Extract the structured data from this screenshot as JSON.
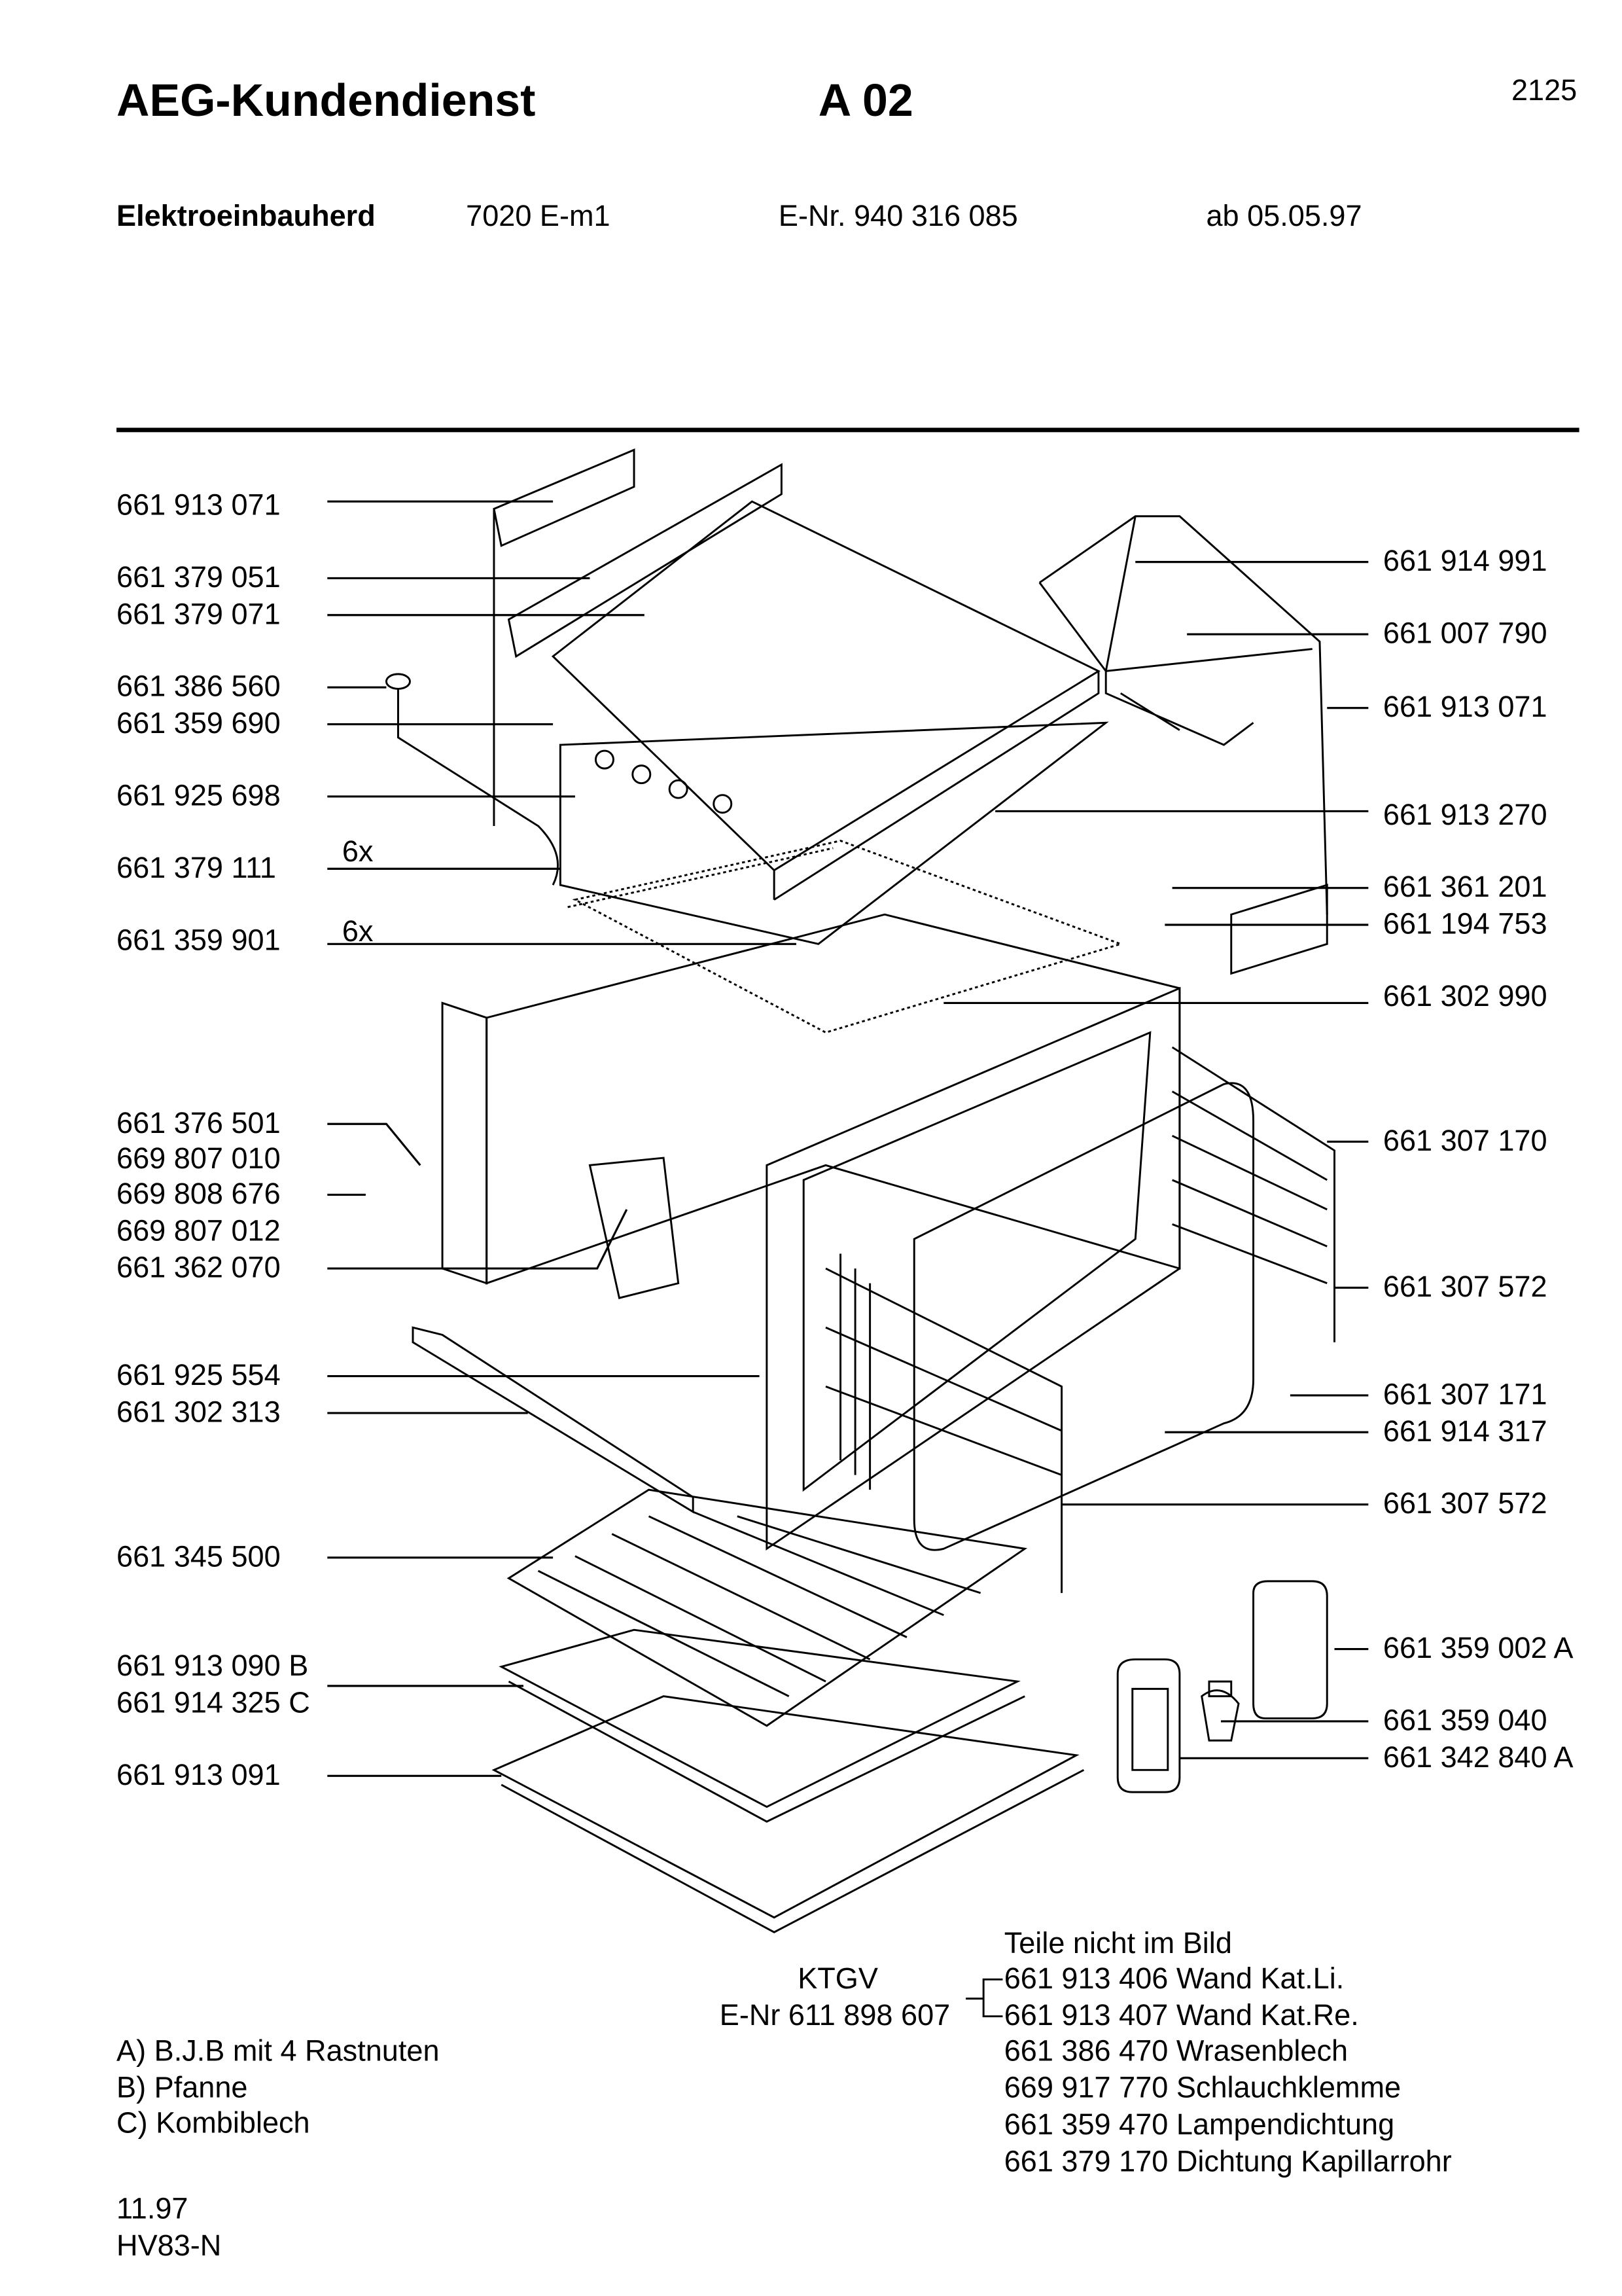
{
  "header": {
    "brand": "AEG-Kundendienst",
    "sheet": "A 02",
    "page_number": "2125",
    "product": "Elektroeinbauherd",
    "model": "7020 E-m1",
    "enr": "E-Nr. 940 316 085",
    "valid_from": "ab 05.05.97"
  },
  "left_labels": [
    "661 913 071",
    "661 379 051",
    "661 379 071",
    "661 386 560",
    "661 359 690",
    "661 925 698",
    "661 379 111",
    "661 359 901",
    "661 376 501",
    "669 807 010",
    "669 808 676",
    "669 807 012",
    "661 362 070",
    "661 925 554",
    "661 302 313",
    "661 345 500",
    "661 913 090 B",
    "661 914 325 C",
    "661 913 091"
  ],
  "quantity_marks": [
    "6x",
    "6x"
  ],
  "right_labels": [
    "661 914 991",
    "661 007 790",
    "661 913 071",
    "661 913 270",
    "661 361 201",
    "661 194 753",
    "661 302 990",
    "661 307 170",
    "661 307 572",
    "661 307 171",
    "661 914 317",
    "661 307 572",
    "661 359 002 A",
    "661 359 040",
    "661 342 840 A"
  ],
  "not_shown": {
    "heading": "Teile nicht im Bild",
    "ktgv": "KTGV",
    "ktgv_enr": "E-Nr 611 898 607",
    "items": [
      "661 913 406 Wand Kat.Li.",
      "661 913 407 Wand Kat.Re.",
      "661 386 470 Wrasenblech",
      "669 917 770 Schlauchklemme",
      "661 359 470 Lampendichtung",
      "661 379 170 Dichtung Kapillarrohr"
    ]
  },
  "notes": [
    "A) B.J.B mit 4 Rastnuten",
    "B) Pfanne",
    "C) Kombiblech"
  ],
  "footer": {
    "date": "11.97",
    "code": "HV83-N"
  }
}
